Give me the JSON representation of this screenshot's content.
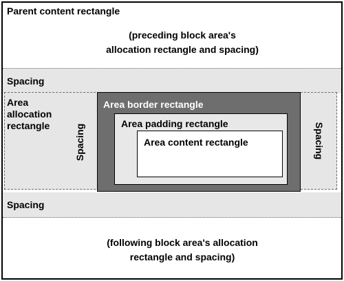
{
  "parent_label": "Parent content rectangle",
  "preceding_text_line1": "(preceding block area's",
  "preceding_text_line2": "allocation rectangle and spacing)",
  "spacing_top": "Spacing",
  "spacing_bottom": "Spacing",
  "spacing_left": "Spacing",
  "spacing_right": "Spacing",
  "area_allocation_line1": "Area",
  "area_allocation_line2": "allocation",
  "area_allocation_line3": "rectangle",
  "area_border_label": "Area border rectangle",
  "area_padding_label": "Area padding rectangle",
  "area_content_label": "Area content rectangle",
  "following_text_line1": "(following block area's allocation",
  "following_text_line2": "rectangle and spacing)",
  "colors": {
    "spacing_fill": "#e6e6e6",
    "border_fill": "#6e6e6e",
    "padding_fill": "#e8e8e8",
    "content_fill": "#ffffff"
  }
}
